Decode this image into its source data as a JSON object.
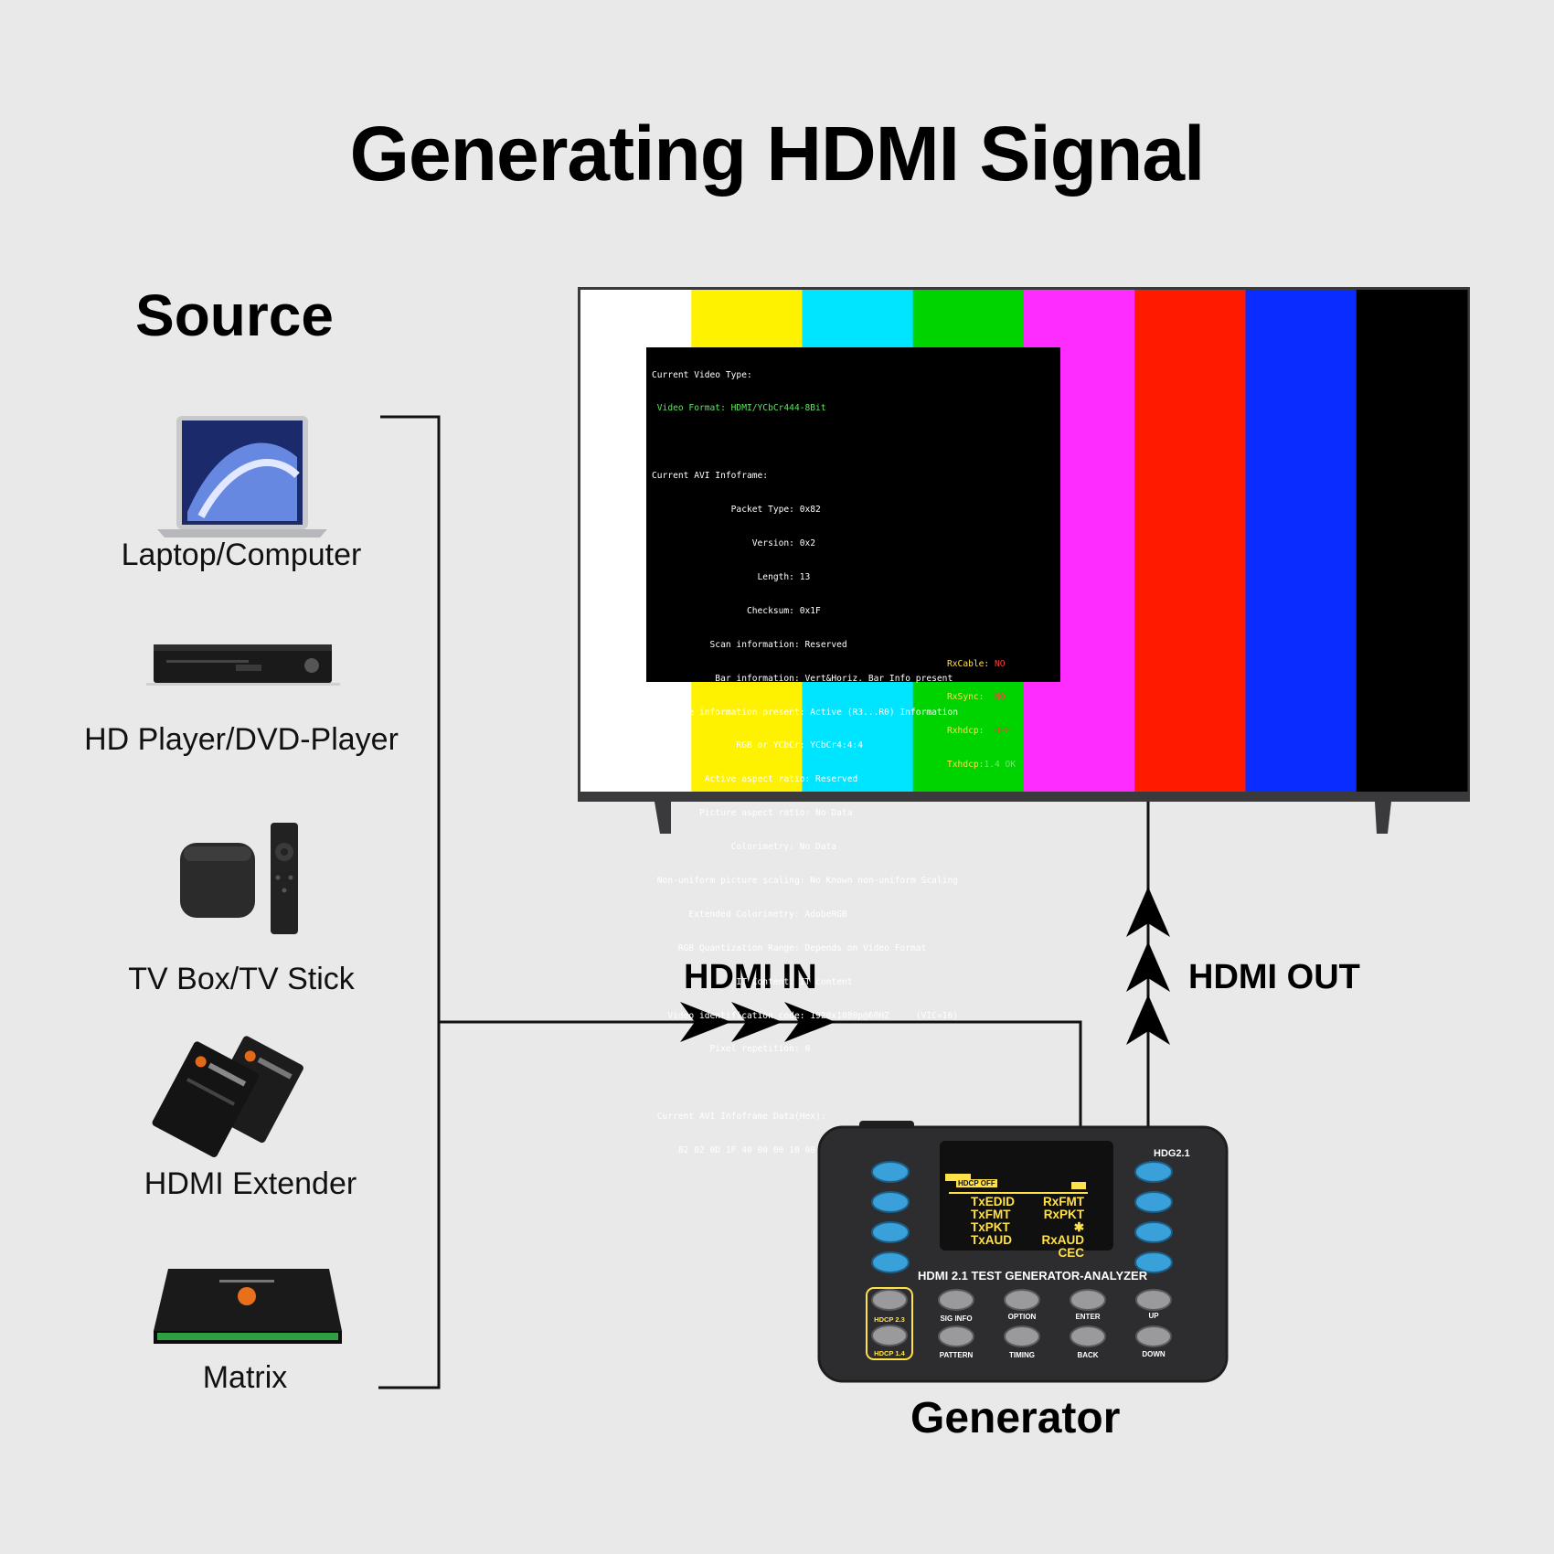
{
  "title": "Generating HDMI Signal",
  "source_heading": "Source",
  "sources": [
    {
      "label": "Laptop/Computer",
      "icon": "laptop-icon"
    },
    {
      "label": "HD Player/DVD-Player",
      "icon": "dvd-player-icon"
    },
    {
      "label": "TV Box/TV Stick",
      "icon": "tv-box-icon"
    },
    {
      "label": "HDMI Extender",
      "icon": "hdmi-extender-icon"
    },
    {
      "label": "Matrix",
      "icon": "matrix-switch-icon"
    }
  ],
  "hdmi_in_label": "HDMI IN",
  "hdmi_out_label": "HDMI OUT",
  "generator_label": "Generator",
  "colors": {
    "bars": [
      "#ffffff",
      "#fff200",
      "#00e5ff",
      "#00d400",
      "#ff2cff",
      "#ff1a00",
      "#0a2cff",
      "#000000"
    ],
    "device_button": "#3aa0da",
    "device_body": "#2d2d2f",
    "lcd_text": "#ffe14a"
  },
  "osd": {
    "line1": "Current Video Type:",
    "video_format": " Video Format: HDMI/YCbCr444-8Bit",
    "avi_header": "Current AVI Infoframe:",
    "fields": [
      "               Packet Type: 0x82",
      "                   Version: 0x2",
      "                    Length: 13",
      "                  Checksum: 0x1F",
      "           Scan information: Reserved",
      "            Bar information: Vert&Horiz. Bar Info present",
      "  Active information present: Active (R3...R0) Information",
      "                RGB or YCbCr: YCbCr4:4:4",
      "          Active aspect ratio: Reserved",
      "         Picture aspect ratio: No Data",
      "               Colorimetry: No Data",
      " Non-uniform picture scaling: No Known non-uniform Scaling",
      "       Extended Colorimetry: AdobeRGB",
      "     RGB Quantization Range: Depends on Video Format",
      "                IT Content: IT content",
      "   Video identification code: 1920x1080p@60HZ     (VIC=16)",
      "           Pixel repetition: 0"
    ],
    "hex_header": " Current AVI Infoframe Data(Hex):",
    "hex_data": "     82 02 0D 1F 40 00 00 10 00 00 00 00 00 00 00 00 00",
    "status": [
      {
        "key": "RxCable:",
        "value": "NO"
      },
      {
        "key": "RxSync:",
        "value": " NO"
      },
      {
        "key": "Rxhdcp:",
        "value": " OFF"
      },
      {
        "key": "Txhdcp:",
        "value": "1.4 OK"
      }
    ]
  },
  "device": {
    "model": "HDG2.1",
    "name": "HDMI 2.1 TEST GENERATOR-ANALYZER",
    "lcd_header": "HDCP OFF",
    "lcd_left": [
      "TxEDID",
      "TxFMT",
      "TxPKT",
      "TxAUD"
    ],
    "lcd_right": [
      "RxFMT",
      "RxPKT",
      "RxAUD",
      "CEC"
    ],
    "lcd_marker": "✱",
    "hdcp_buttons": [
      "HDCP 2.3",
      "HDCP 1.4"
    ],
    "top_buttons": [
      "SIG INFO",
      "OPTION",
      "ENTER",
      "UP"
    ],
    "bottom_buttons": [
      "PATTERN",
      "TIMING",
      "BACK",
      "DOWN"
    ]
  }
}
